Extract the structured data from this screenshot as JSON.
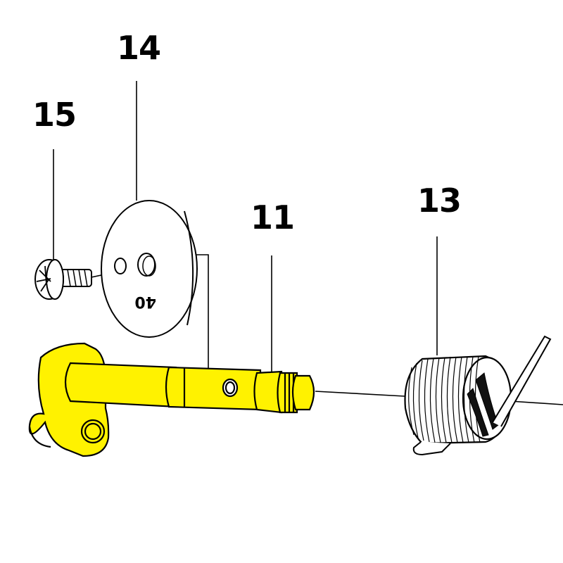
{
  "callouts": {
    "part_14": "14",
    "part_15": "15",
    "part_11": "11",
    "part_13": "13"
  },
  "washer_mark": "40",
  "colors": {
    "highlight": "#FFF200",
    "outline": "#000000",
    "background": "#FFFFFF"
  }
}
